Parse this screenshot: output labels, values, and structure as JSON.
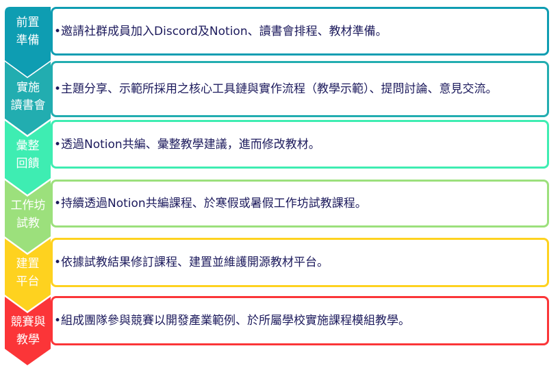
{
  "steps": [
    {
      "label_line1": "前置",
      "label_line2": "準備",
      "color": "#0e9db2",
      "description": "•邀請社群成員加入Discord及Notion、讀書會排程、教材準備。"
    },
    {
      "label_line1": "實施",
      "label_line2": "讀書會",
      "color": "#22adb0",
      "description": "•主題分享、示範所採用之核心工具鏈與實作流程（教學示範）、提問討論、意見交流。"
    },
    {
      "label_line1": "彙整",
      "label_line2": "回饋",
      "color": "#3eedb2",
      "description": "•透過Notion共編、彙整教學建議，進而修改教材。"
    },
    {
      "label_line1": "工作坊",
      "label_line2": "試教",
      "color": "#9ce07c",
      "description": "•持續透過Notion共編課程、於寒假或暑假工作坊試教課程。"
    },
    {
      "label_line1": "建置",
      "label_line2": "平台",
      "color": "#fed21f",
      "description": "•依據試教結果修訂課程、建置並維護開源教材平台。"
    },
    {
      "label_line1": "競賽與",
      "label_line2": "教學",
      "color": "#fb3538",
      "description": "•組成團隊參與競賽以開發產業範例、於所屬學校實施課程模組教學。"
    }
  ]
}
